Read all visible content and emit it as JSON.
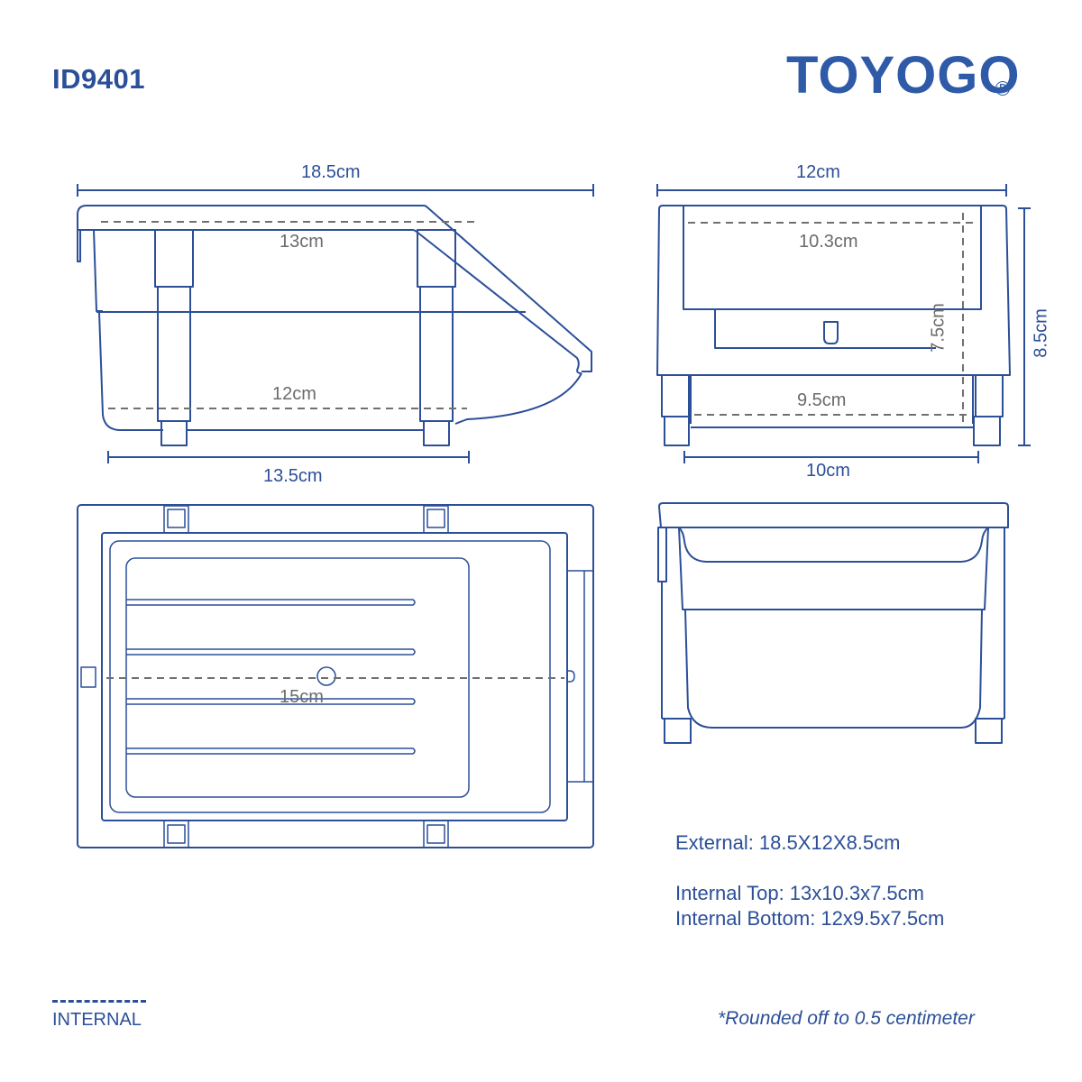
{
  "header": {
    "model_id": "ID9401",
    "brand": "TOYOGO",
    "brand_mark": "R"
  },
  "colors": {
    "line": "#2b4f98",
    "internal_dims": "#6b6b6b",
    "brand": "#2e5aa8",
    "background": "#ffffff"
  },
  "views": {
    "side_view": {
      "external_length": "18.5cm",
      "internal_top_length": "13cm",
      "internal_bottom_length": "12cm",
      "base_length": "13.5cm"
    },
    "front_view": {
      "external_width": "12cm",
      "internal_top_width": "10.3cm",
      "internal_height": "7.5cm",
      "external_height": "8.5cm",
      "internal_bottom_width": "9.5cm",
      "base_width": "10cm"
    },
    "top_view": {
      "internal_length": "15cm"
    },
    "back_view": {}
  },
  "specs": {
    "external": "External: 18.5X12X8.5cm",
    "internal_top": "Internal Top: 13x10.3x7.5cm",
    "internal_bottom": "Internal Bottom: 12x9.5x7.5cm"
  },
  "legend": {
    "label": "INTERNAL"
  },
  "footnote": "*Rounded off to 0.5 centimeter"
}
